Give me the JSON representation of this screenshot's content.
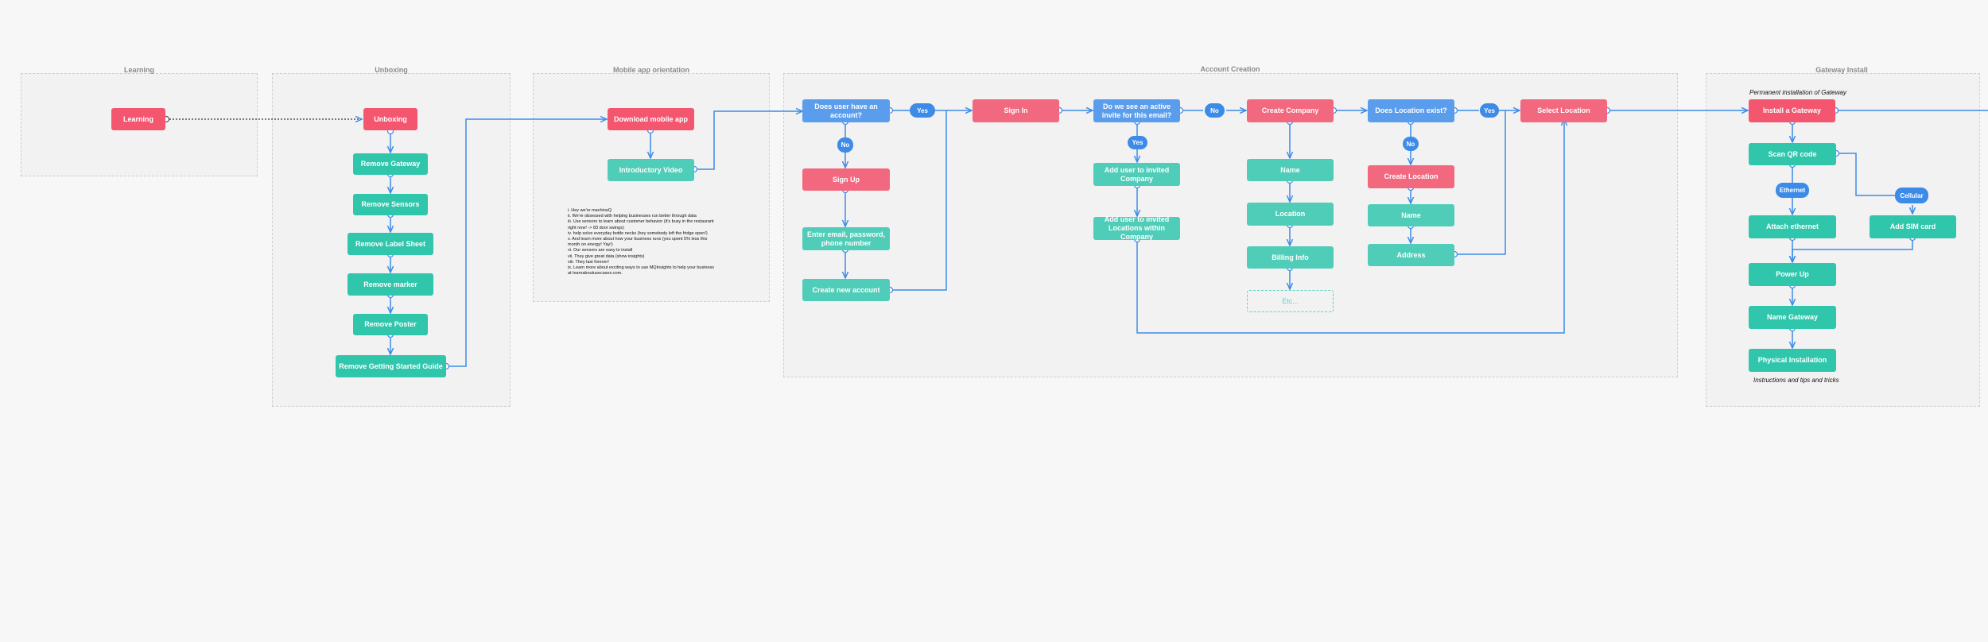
{
  "lanes": {
    "learning": "Learning",
    "unboxing": "Unboxing",
    "mobile": "Mobile app orientation",
    "account": "Account Creation",
    "gateway": "Gateway Install"
  },
  "nodes": {
    "learning": "Learning",
    "unboxing": "Unboxing",
    "remove_gateway": "Remove Gateway",
    "remove_sensors": "Remove Sensors",
    "remove_label_sheet": "Remove Label Sheet",
    "remove_marker": "Remove marker",
    "remove_poster": "Remove Poster",
    "remove_guide": "Remove Getting Started Guide",
    "download_app": "Download mobile app",
    "intro_video": "Introductory Video",
    "has_account": "Does user have an account?",
    "sign_up": "Sign Up",
    "enter_details": "Enter email, password, phone number",
    "create_account": "Create new account",
    "sign_in": "Sign In",
    "active_invite": "Do we see an active invite for this email?",
    "add_company": "Add user to invited Company",
    "add_locations": "Add user to invited Locations within Company",
    "create_company": "Create Company",
    "name": "Name",
    "location": "Location",
    "billing": "Billing Info",
    "etc": "Etc...",
    "location_exist": "Does Location exist?",
    "create_location": "Create Location",
    "loc_name": "Name",
    "address": "Address",
    "select_location": "Select Location",
    "install_gateway": "Install a Gateway",
    "scan_qr": "Scan QR code",
    "attach_ethernet": "Attach ethernet",
    "add_sim": "Add SIM card",
    "power_up": "Power Up",
    "name_gateway": "Name Gateway",
    "physical_install": "Physical Installation"
  },
  "pills": {
    "yes1": "Yes",
    "no1": "No",
    "yes2": "Yes",
    "no2": "No",
    "no3": "No",
    "yes3": "Yes",
    "ethernet": "Ethernet",
    "cellular": "Cellular"
  },
  "captions": {
    "permanent": "Permanent installation of Gateway",
    "instructions": "Instructions and tips and tricks"
  },
  "notes": [
    "i. Hey we're machineQ",
    "ii. We're obsessed with helping businesses run better through data",
    "iii. Use sensors to learn about customer behavior (it's busy in the restaurant",
    "right now! -> 83 door swings)",
    "iv. help solve everyday bottle necks (hey somebody left the fridge open!)",
    "v. And learn more about how your business runs (you spent 5% less this",
    "month on energy! Yay!)",
    "vi. Our sensors are easy to install",
    "vii. They give great data (show insights)",
    "viii. They last forever!",
    "ix. Learn more about exciting ways to use MQInsights to help your business",
    "at learnaboutusecases.com."
  ],
  "colors": {
    "red": "#f4566f",
    "teal": "#2fc6ac",
    "blue": "#5b9ded",
    "connector": "#3d8be8"
  }
}
